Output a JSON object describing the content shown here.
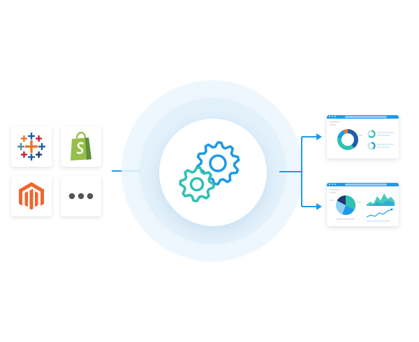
{
  "diagram": {
    "sources": [
      {
        "name": "tableau",
        "icon": "tableau-logo-icon"
      },
      {
        "name": "shopify",
        "icon": "shopify-logo-icon"
      },
      {
        "name": "magento",
        "icon": "magento-logo-icon"
      },
      {
        "name": "more",
        "icon": "more-dots-icon"
      }
    ],
    "processor": {
      "icon": "gears-icon"
    },
    "outputs": [
      {
        "name": "donut-dashboard",
        "icon": "donut-dashboard-icon"
      },
      {
        "name": "pie-area-dashboard",
        "icon": "pie-area-dashboard-icon"
      }
    ]
  },
  "colors": {
    "arrow": "#1e9ae6",
    "gear_blue": "#1e9ae6",
    "gear_teal": "#2fc0b2",
    "tableau_blue": "#1f5fa6",
    "tableau_orange": "#e8762b",
    "tableau_red": "#c72037",
    "tableau_teal": "#59879b",
    "shopify_green": "#95bf47",
    "magento_orange": "#ee672f",
    "dots_gray": "#555555",
    "dash_bar": "#1e9ae6"
  }
}
